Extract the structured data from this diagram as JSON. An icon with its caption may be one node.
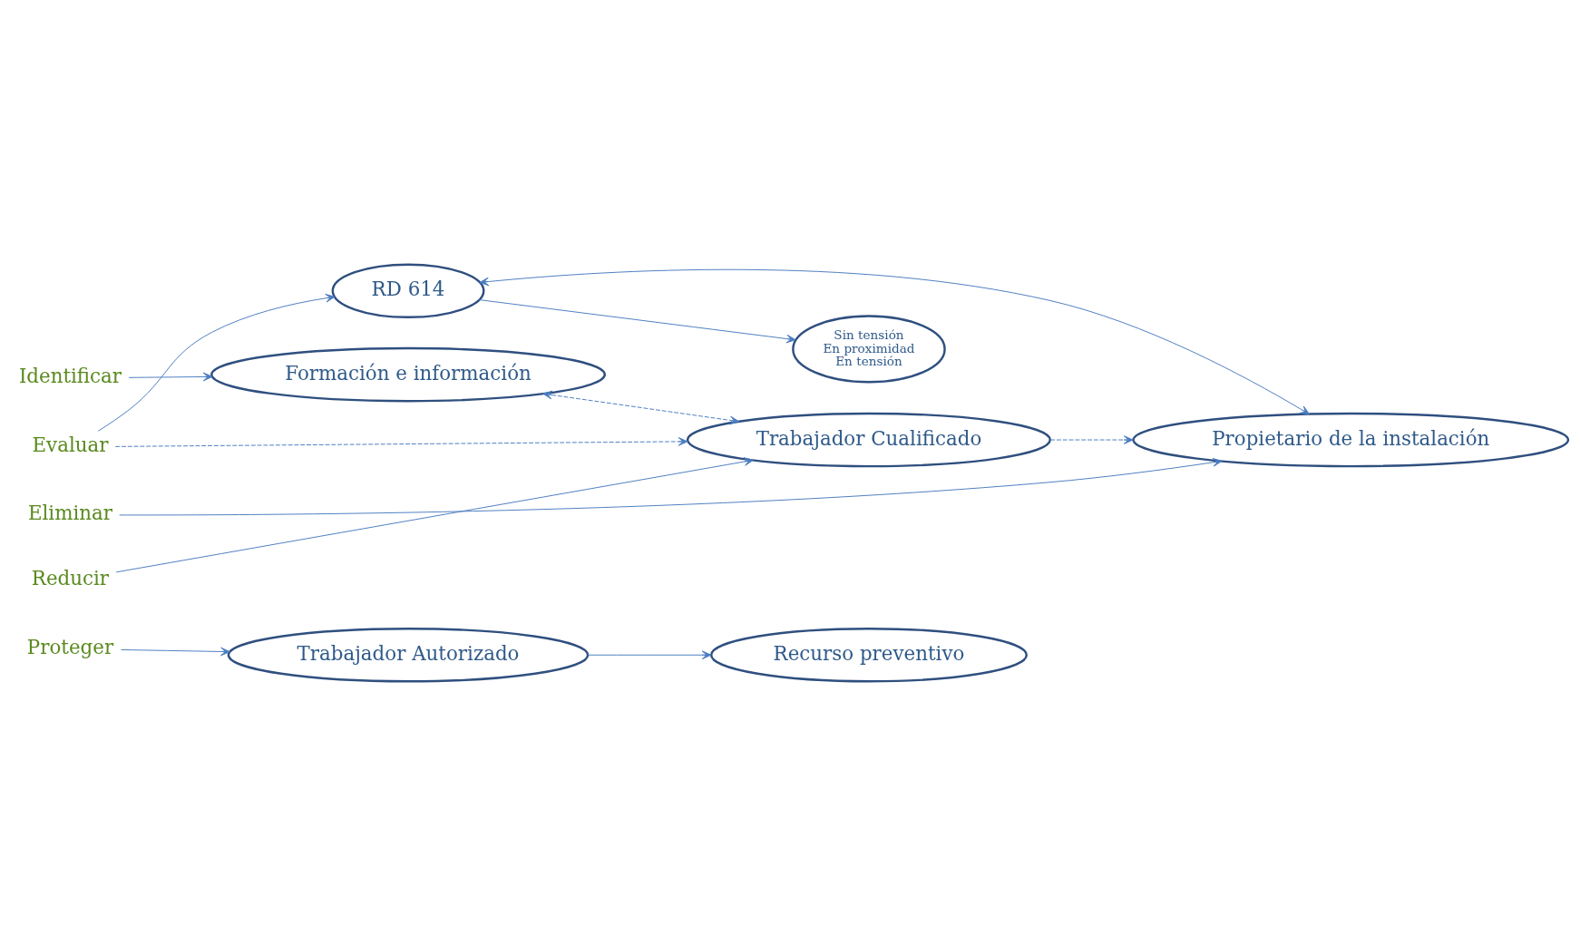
{
  "diagram": {
    "nodes": [
      {
        "text": [
          "Identificar"
        ]
      },
      {
        "text": [
          "Evaluar"
        ]
      },
      {
        "text": [
          "Eliminar"
        ]
      },
      {
        "text": [
          "Reducir"
        ]
      },
      {
        "text": [
          "Proteger"
        ]
      },
      {
        "text": [
          "Formación e información"
        ]
      },
      {
        "text": [
          "Sin tensión",
          "En proximidad",
          "En tensión"
        ]
      },
      {
        "text": [
          "RD 614"
        ]
      },
      {
        "text": [
          "Propietario de la instalación"
        ]
      },
      {
        "text": [
          "Trabajador Cualificado"
        ]
      },
      {
        "text": [
          "Trabajador Autorizado"
        ]
      },
      {
        "text": [
          "Recurso preventivo"
        ]
      }
    ],
    "edges": [
      {
        "from": 0,
        "to": 5,
        "arrow": "to"
      },
      {
        "from": 1,
        "to": 7,
        "arrow": "to"
      },
      {
        "from": 1,
        "to": 9,
        "arrow": "to",
        "style": "dashed"
      },
      {
        "from": 2,
        "to": 8,
        "arrow": "to"
      },
      {
        "from": 3,
        "to": 9,
        "arrow": "to"
      },
      {
        "from": 4,
        "to": 10,
        "arrow": "to"
      },
      {
        "from": 5,
        "to": 9,
        "arrow": "both",
        "style": "dashed"
      },
      {
        "from": 7,
        "to": 6,
        "arrow": "to"
      },
      {
        "from": 7,
        "to": 8,
        "arrow": "both"
      },
      {
        "from": 9,
        "to": 8,
        "arrow": "to",
        "style": "dashed"
      },
      {
        "from": 10,
        "to": 11,
        "arrow": "to"
      }
    ]
  }
}
